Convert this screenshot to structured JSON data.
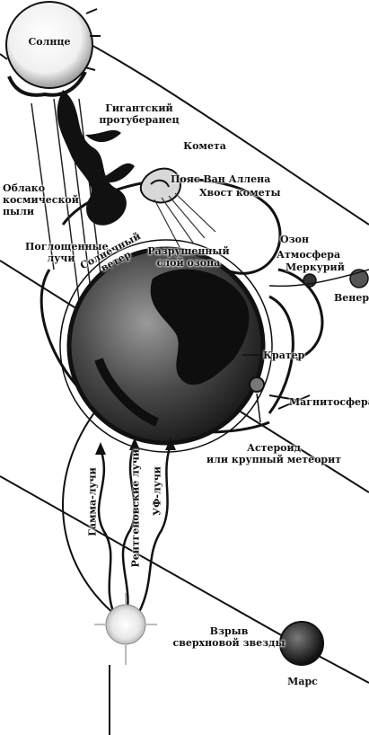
{
  "labels": {
    "sun": "Солнце",
    "prominence": "Гигантский\nпротуберанец",
    "comet": "Комета",
    "van_allen": "Пояс Ван Аллена",
    "comet_tail": "Хвост кометы",
    "dust_cloud": "Облако\nкосмической\nпыли",
    "absorbed_rays": "Поглощенные\nлучи",
    "solar_wind": "Солнечный\nветер",
    "destroyed_ozone": "Разрушенный\nслой озона",
    "ozone": "Озон",
    "atmosphere": "Атмосфера",
    "mercury": "Меркурий",
    "venus": "Венер",
    "crater": "Кратер",
    "magnetosphere": "Магнитосфера",
    "asteroid": "Астероид\nили крупный метеорит",
    "gamma": "Гамма-лучи",
    "xray": "Рентгеновские лучи",
    "uv": "УФ-лучи",
    "supernova": "Взрыв\nсверхновой звезды",
    "mars": "Марс"
  }
}
